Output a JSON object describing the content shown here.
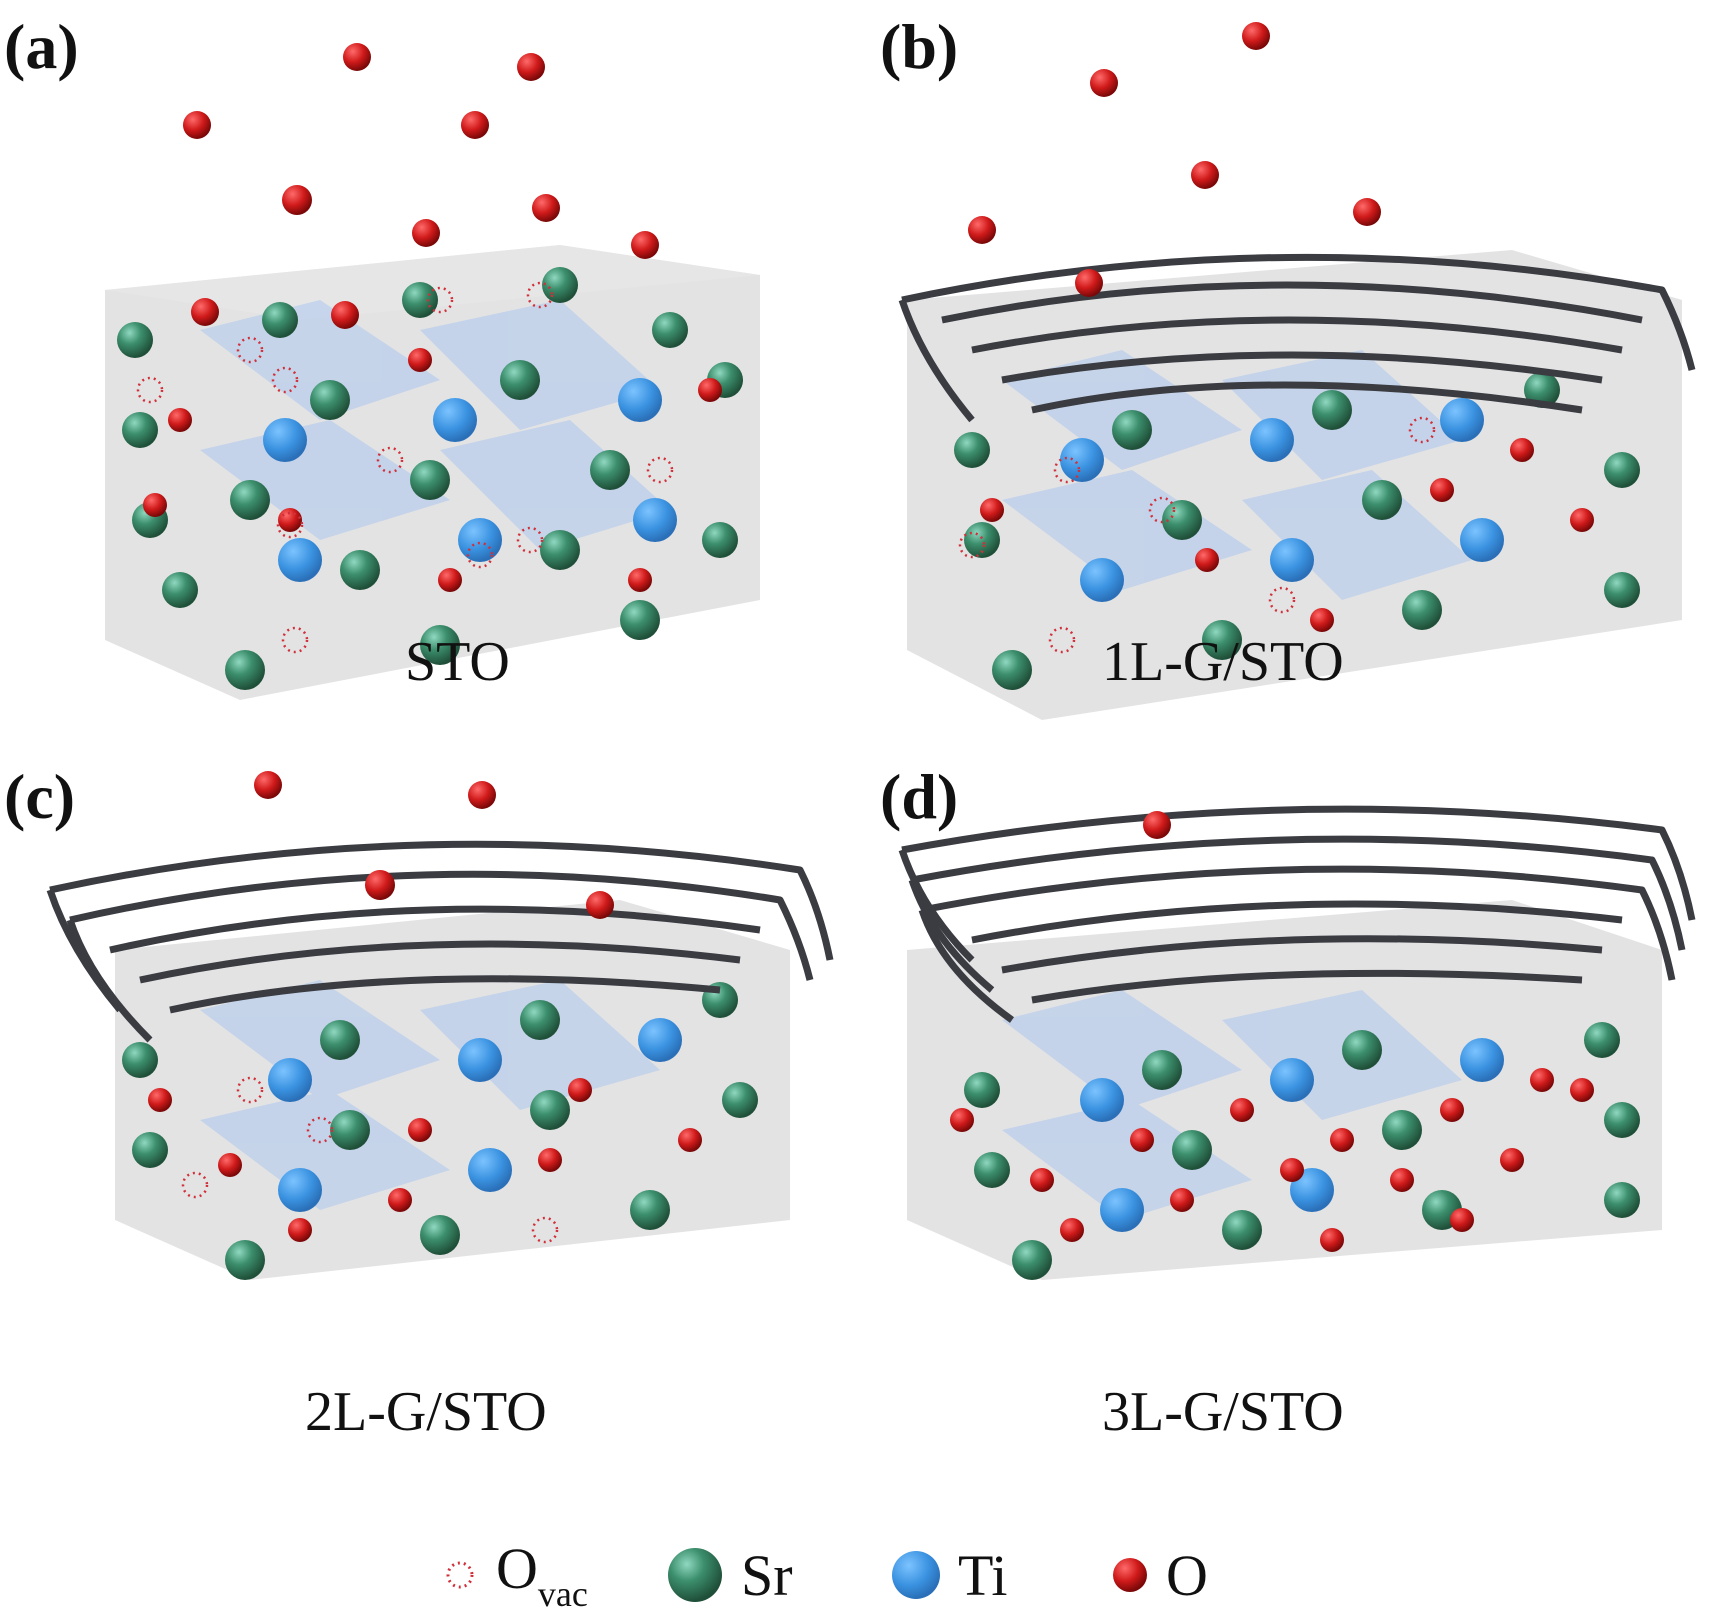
{
  "figure": {
    "panels": [
      {
        "id": "a",
        "label": "(a)",
        "caption": "STO",
        "graphene_layers": 0,
        "escaping_oxygen": 10,
        "vacancy_level": "high"
      },
      {
        "id": "b",
        "label": "(b)",
        "caption": "1L-G/STO",
        "graphene_layers": 1,
        "escaping_oxygen": 6,
        "vacancy_level": "medium"
      },
      {
        "id": "c",
        "label": "(c)",
        "caption": "2L-G/STO",
        "graphene_layers": 2,
        "escaping_oxygen": 4,
        "vacancy_level": "low"
      },
      {
        "id": "d",
        "label": "(d)",
        "caption": "3L-G/STO",
        "graphene_layers": 3,
        "escaping_oxygen": 1,
        "vacancy_level": "none"
      }
    ],
    "legend": {
      "items": [
        {
          "key": "ovac",
          "symbol": "dotted-red-circle",
          "label": "O",
          "subscript": "vac",
          "color": "#d0303a"
        },
        {
          "key": "sr",
          "symbol": "green-sphere",
          "label": "Sr",
          "color": "#2e7d5b"
        },
        {
          "key": "ti",
          "symbol": "blue-sphere",
          "label": "Ti",
          "color": "#3a92e0"
        },
        {
          "key": "o",
          "symbol": "red-sphere",
          "label": "O",
          "color": "#c4121a"
        }
      ]
    },
    "colors": {
      "box": "#d9d9db",
      "octahedra": "#9fc0f0",
      "graphene": "#3a3c42"
    }
  }
}
